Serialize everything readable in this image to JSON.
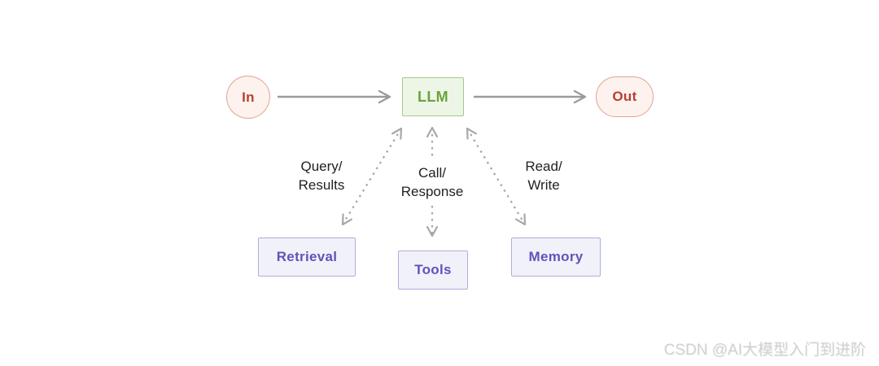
{
  "diagram": {
    "nodes": {
      "in": "In",
      "llm": "LLM",
      "out": "Out",
      "retrieval": "Retrieval",
      "tools": "Tools",
      "memory": "Memory"
    },
    "edges": {
      "query": {
        "line1": "Query/",
        "line2": "Results"
      },
      "call": {
        "line1": "Call/",
        "line2": "Response"
      },
      "read": {
        "line1": "Read/",
        "line2": "Write"
      }
    }
  },
  "watermark": "CSDN @AI大模型入门到进阶",
  "colors": {
    "inout_fill": "#fdf2ed",
    "inout_border": "#e0a494",
    "inout_text": "#b8402f",
    "llm_fill": "#edf6e6",
    "llm_border": "#a3cb81",
    "llm_text": "#69a33e",
    "purple_fill": "#f1f1fa",
    "purple_border": "#aeaed8",
    "purple_text": "#5f54b8",
    "arrow_solid": "#9b9b9b",
    "arrow_dashed": "#a8a8a8",
    "edge_label_text": "#222222",
    "watermark_text": "#d2d2d2"
  }
}
